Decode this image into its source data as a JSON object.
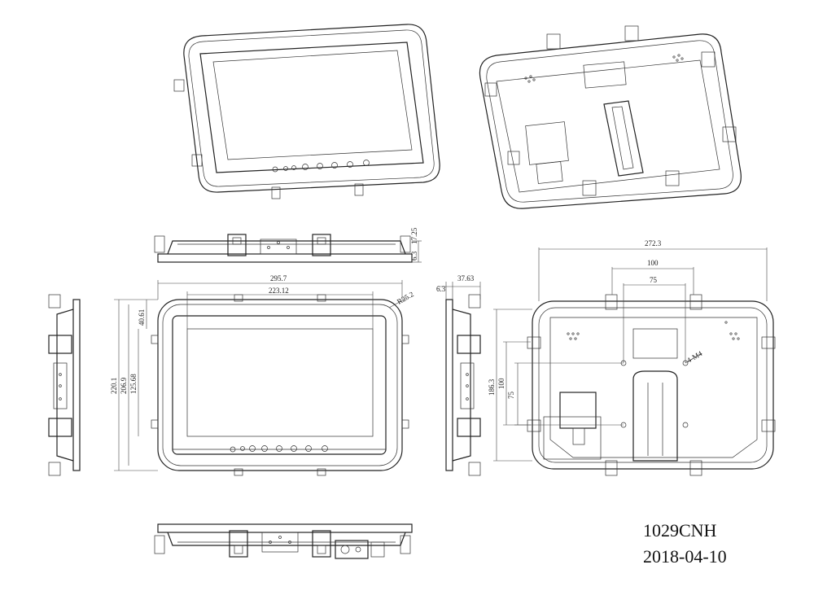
{
  "title_block": {
    "model": "1029CNH",
    "date": "2018-04-10"
  },
  "dimensions": {
    "top_side": {
      "height": "17.25",
      "edge": "6.3"
    },
    "front": {
      "width_overall": "295.7",
      "width_screen": "223.12",
      "corner_radius": "R25.2",
      "top_offset": "40.61",
      "height_overall": "220.1",
      "height_frame": "206.9",
      "height_screen": "125.68"
    },
    "right_side": {
      "depth": "37.63",
      "edge": "6.3"
    },
    "back": {
      "width_overall": "272.3",
      "mount_x": "100",
      "mount_x_inner": "75",
      "mount_y": "100",
      "mount_y_inner": "75",
      "height": "186.3",
      "hole_spec": "4-M4"
    }
  },
  "colors": {
    "line": "#222222",
    "background": "#ffffff"
  }
}
